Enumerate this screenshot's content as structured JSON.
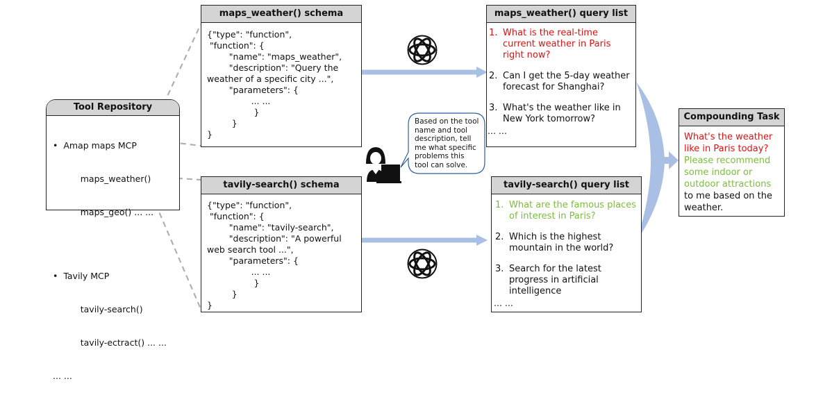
{
  "repository": {
    "title": "Tool Repository",
    "lines": [
      "•  Amap maps MCP",
      "          maps_weather()",
      "          maps_geo() ... ...",
      "",
      "•  Tavily MCP",
      "          tavily-search()",
      "          tavily-ectract() ... ...",
      "... ..."
    ]
  },
  "maps_schema": {
    "title": "maps_weather() schema",
    "code": "{\"type\": \"function\",\n \"function\": {\n        \"name\": \"maps_weather\",\n        \"description\": \"Query the\nweather of a specific city ...\",\n        \"parameters\": {\n                ... ...\n                 }\n         }\n}"
  },
  "tavily_schema": {
    "title": "tavily-search() schema",
    "code": "{\"type\": \"function\",\n \"function\": {\n        \"name\": \"tavily-search\",\n        \"description\": \"A powerful\nweb search tool ...\",\n        \"parameters\": {\n                ... ...\n                 }\n         }\n}"
  },
  "maps_queries": {
    "title": "maps_weather() query list",
    "items": [
      {
        "num": "1.",
        "text": "What is the real-time current weather in Paris right now?",
        "color": "#e01010"
      },
      {
        "num": "2.",
        "text": "Can I get the 5-day weather forecast for Shanghai?",
        "color": "#111111"
      },
      {
        "num": "3.",
        "text": "What's the weather like in New York tomorrow?",
        "color": "#111111"
      }
    ],
    "tail": "... ..."
  },
  "tavily_queries": {
    "title": "tavily-search() query list",
    "items": [
      {
        "num": "1.",
        "text": "What are the famous places of interest in Paris?",
        "color": "#7bbd3c"
      },
      {
        "num": "2.",
        "text": "Which is the highest mountain in the world?",
        "color": "#111111"
      },
      {
        "num": "3.",
        "text": "Search for the latest progress in artificial intelligence",
        "color": "#111111"
      }
    ],
    "tail": "... ..."
  },
  "compound": {
    "title": "Compounding Task",
    "red_text": "What's the weather like in Paris today?",
    "green_text": "Please recommend some indoor or outdoor attractions",
    "black_text": "to me based on the weather."
  },
  "bubble": {
    "text": "Based on the tool\nname and tool\ndescription, tell\nme what specific\nproblems this\ntool can solve."
  },
  "colors": {
    "arrow": "#a9bfe4",
    "red_highlight": "#e01010",
    "green_highlight": "#7bbd3c",
    "header_fill": "#d4d4d4",
    "bubble_border": "#2f5d9f"
  },
  "icons": [
    "openai-logo-icon",
    "person-at-computer-icon"
  ]
}
